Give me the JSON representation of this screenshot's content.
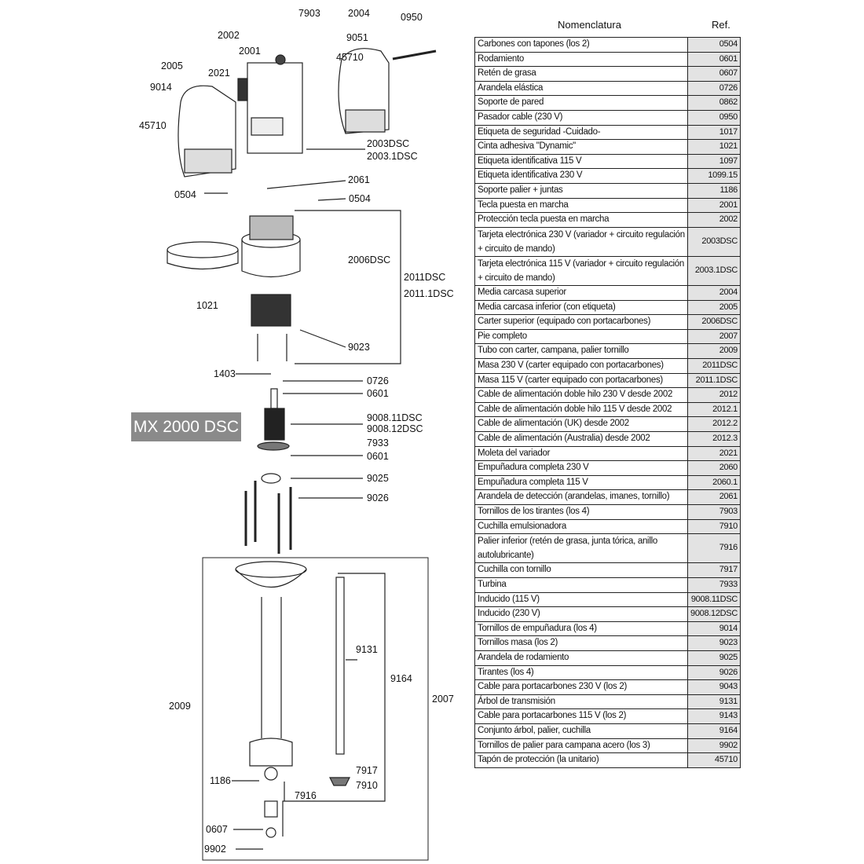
{
  "diagram": {
    "model_label": "MX 2000 DSC",
    "callouts": [
      "7903",
      "2004",
      "0950",
      "2002",
      "9051",
      "2001",
      "45710",
      "2005",
      "2021",
      "9014",
      "45710",
      "2003DSC",
      "2003.1DSC",
      "2061",
      "0504",
      "0504",
      "2006DSC",
      "2011DSC",
      "2011.1DSC",
      "1021",
      "9023",
      "1403",
      "0726",
      "0601",
      "9008.11DSC",
      "9008.12DSC",
      "7933",
      "0601",
      "9025",
      "9026",
      "9131",
      "9164",
      "2007",
      "2009",
      "7917",
      "7910",
      "1186",
      "7916",
      "0607",
      "9902"
    ]
  },
  "table": {
    "header_name": "Nomenclatura",
    "header_ref": "Ref.",
    "rows": [
      {
        "name": "Carbones con tapones (los 2)",
        "ref": "0504"
      },
      {
        "name": "Rodamiento",
        "ref": "0601"
      },
      {
        "name": "Retén de grasa",
        "ref": "0607"
      },
      {
        "name": "Arandela elástica",
        "ref": "0726"
      },
      {
        "name": "Soporte de pared",
        "ref": "0862"
      },
      {
        "name": "Pasador cable (230 V)",
        "ref": "0950"
      },
      {
        "name": "Etiqueta de seguridad -Cuidado-",
        "ref": "1017"
      },
      {
        "name": "Cinta adhesiva \"Dynamic\"",
        "ref": "1021"
      },
      {
        "name": "Etiqueta identificativa 115 V",
        "ref": "1097"
      },
      {
        "name": "Etiqueta identificativa 230 V",
        "ref": "1099.15"
      },
      {
        "name": "Soporte palier + juntas",
        "ref": "1186"
      },
      {
        "name": "Tecla puesta en marcha",
        "ref": "2001"
      },
      {
        "name": "Protección tecla puesta en marcha",
        "ref": "2002"
      },
      {
        "name": "Tarjeta electrónica 230 V (variador + circuito regulación + circuito de mando)",
        "ref": "2003DSC",
        "double": true
      },
      {
        "name": "Tarjeta electrónica 115 V (variador + circuito regulación + circuito de mando)",
        "ref": "2003.1DSC",
        "double": true
      },
      {
        "name": "Media carcasa superior",
        "ref": "2004"
      },
      {
        "name": "Media carcasa inferior (con etiqueta)",
        "ref": "2005"
      },
      {
        "name": "Carter superior (equipado con portacarbones)",
        "ref": "2006DSC"
      },
      {
        "name": "Pie completo",
        "ref": "2007"
      },
      {
        "name": "Tubo con carter, campana, palier tornillo",
        "ref": "2009"
      },
      {
        "name": "Masa 230 V (carter equipado con portacarbones)",
        "ref": "2011DSC"
      },
      {
        "name": "Masa 115 V (carter equipado con portacarbones)",
        "ref": "2011.1DSC"
      },
      {
        "name": "Cable de alimentación doble hilo 230 V desde 2002",
        "ref": "2012"
      },
      {
        "name": "Cable de alimentación doble hilo 115 V desde 2002",
        "ref": "2012.1"
      },
      {
        "name": "Cable de alimentación (UK) desde 2002",
        "ref": "2012.2"
      },
      {
        "name": "Cable de alimentación (Australia) desde 2002",
        "ref": "2012.3"
      },
      {
        "name": "Moleta del variador",
        "ref": "2021"
      },
      {
        "name": "Empuñadura completa 230 V",
        "ref": "2060"
      },
      {
        "name": "Empuñadura completa 115 V",
        "ref": "2060.1"
      },
      {
        "name": "Arandela de detección (arandelas, imanes, tornillo)",
        "ref": "2061"
      },
      {
        "name": "Tornillos de los tirantes (los 4)",
        "ref": "7903"
      },
      {
        "name": "Cuchilla emulsionadora",
        "ref": "7910"
      },
      {
        "name": "Palier inferior (retén de grasa, junta tórica, anillo autolubricante)",
        "ref": "7916",
        "double": true
      },
      {
        "name": "Cuchilla con tornillo",
        "ref": "7917"
      },
      {
        "name": "Turbina",
        "ref": "7933"
      },
      {
        "name": "Inducido (115 V)",
        "ref": "9008.11DSC"
      },
      {
        "name": "Inducido (230 V)",
        "ref": "9008.12DSC"
      },
      {
        "name": "Tornillos de empuñadura (los 4)",
        "ref": "9014"
      },
      {
        "name": "Tornillos masa (los 2)",
        "ref": "9023"
      },
      {
        "name": "Arandela de rodamiento",
        "ref": "9025"
      },
      {
        "name": "Tirantes (los 4)",
        "ref": "9026"
      },
      {
        "name": "Cable para portacarbones 230 V (los 2)",
        "ref": "9043"
      },
      {
        "name": "Árbol de transmisión",
        "ref": "9131"
      },
      {
        "name": "Cable para portacarbones 115 V (los 2)",
        "ref": "9143"
      },
      {
        "name": "Conjunto árbol, palier, cuchilla",
        "ref": "9164"
      },
      {
        "name": "Tornillos de palier para campana acero (los 3)",
        "ref": "9902"
      },
      {
        "name": "Tapón de protección (la unitario)",
        "ref": "45710"
      }
    ]
  }
}
